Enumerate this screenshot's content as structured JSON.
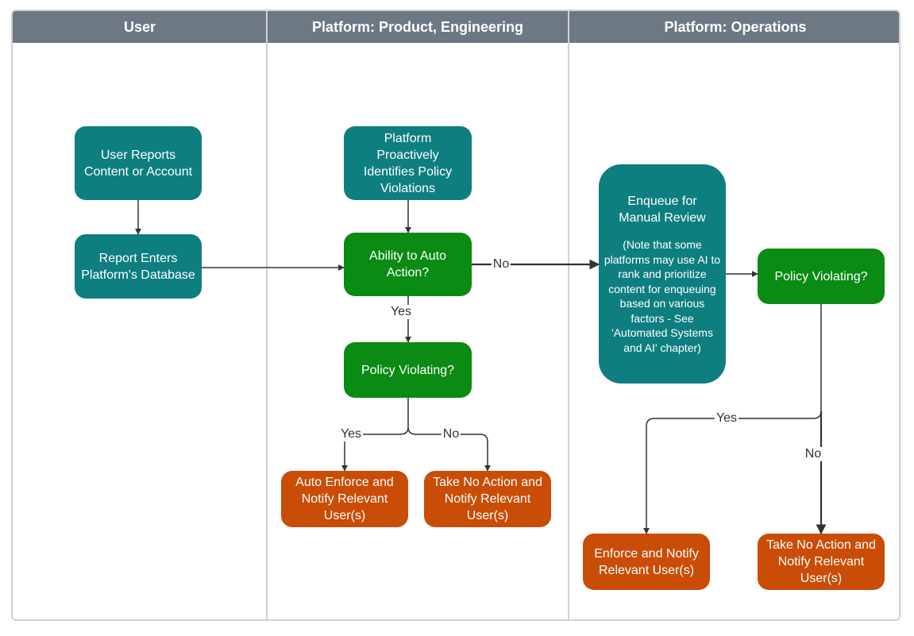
{
  "lanes": {
    "user": "User",
    "product": "Platform: Product, Engineering",
    "operations": "Platform: Operations"
  },
  "nodes": {
    "user_reports": "User Reports Content or Account",
    "report_enters": "Report Enters Platform's Database",
    "proactive": "Platform Proactively Identifies Policy Violations",
    "auto_action": "Ability to Auto Action?",
    "policy_violating_1": "Policy Violating?",
    "auto_enforce": "Auto Enforce and Notify Relevant User(s)",
    "no_action_1": "Take No Action and Notify Relevant User(s)",
    "enqueue_title": "Enqueue for Manual Review",
    "enqueue_note": "(Note that some platforms may use AI to rank and prioritize content for enqueuing based on various factors - See 'Automated Systems and AI' chapter)",
    "policy_violating_2": "Policy Violating?",
    "enforce": "Enforce and Notify Relevant User(s)",
    "no_action_2": "Take No Action and Notify Relevant User(s)"
  },
  "edge_labels": {
    "auto_no": "No",
    "auto_yes": "Yes",
    "pv1_yes": "Yes",
    "pv1_no": "No",
    "pv2_yes": "Yes",
    "pv2_no": "No"
  },
  "colors": {
    "lane_header": "#6e7784",
    "teal": "#0f7e80",
    "green": "#0b8a14",
    "orange": "#c94d06"
  }
}
